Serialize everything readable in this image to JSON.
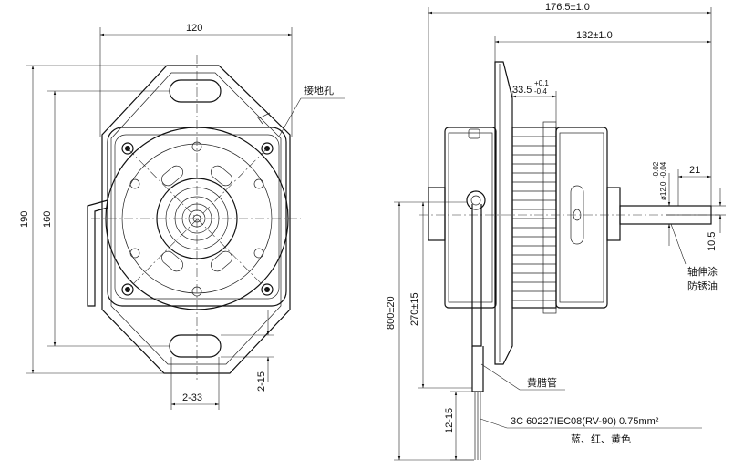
{
  "front_view": {
    "dim_width": "120",
    "dim_height_outer": "190",
    "dim_height_inner": "160",
    "dim_slot_width": "2-33",
    "dim_slot_height": "2-15",
    "label_ground_hole": "接地孔"
  },
  "side_view": {
    "dim_total_length": "176.5±1.0",
    "dim_flange_to_end": "132±1.0",
    "dim_stack_main": "33.5",
    "dim_stack_tol_upper": "+0.1",
    "dim_stack_tol_lower": "-0.4",
    "dim_shaft_dia_main": "ø12.0",
    "dim_shaft_tol_upper": "-0.02",
    "dim_shaft_tol_lower": "-0.04",
    "dim_shaft_flat_len": "21",
    "dim_shaft_flat_depth": "10.5",
    "dim_lead_length": "800±20",
    "dim_sleeve_length": "270±15",
    "dim_strip_length": "12-15",
    "label_shaft_note_line1": "轴伸涂",
    "label_shaft_note_line2": "防锈油",
    "label_sleeve": "黄腊管",
    "label_cable_spec": "3C  60227IEC08(RV-90)  0.75mm²",
    "label_wire_colors": "蓝、红、黄色"
  }
}
